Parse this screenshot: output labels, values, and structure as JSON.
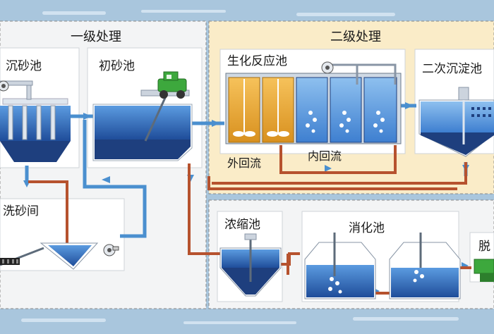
{
  "sections": {
    "primary": "一级处理",
    "secondary": "二级处理"
  },
  "units": {
    "grit_chamber": "沉砂池",
    "primary_settling": "初砂池",
    "sand_washing": "洗砂间",
    "bioreactor": "生化反应池",
    "secondary_clarifier": "二次沉淀池",
    "thickener": "浓缩池",
    "digester": "消化池",
    "dewatering": "脱"
  },
  "flows": {
    "external_recycle": "外回流",
    "internal_recycle": "内回流"
  },
  "colors": {
    "background": "#a9c6dd",
    "panel": "#f2f3f4",
    "secondary_panel": "#faecc8",
    "pipe_water": "#4a8fcf",
    "pipe_sludge": "#b6522e",
    "tank_fill": "#2a5aa8",
    "tank_dark": "#1e3f7e",
    "anoxic_tank": "#e8a93a",
    "machine_green": "#3da83d"
  },
  "icons": [
    "pump-icon",
    "scraper-vehicle-icon",
    "mixer-icon",
    "aeration-bubbles-icon",
    "conveyor-icon",
    "dewatering-machine-icon"
  ]
}
